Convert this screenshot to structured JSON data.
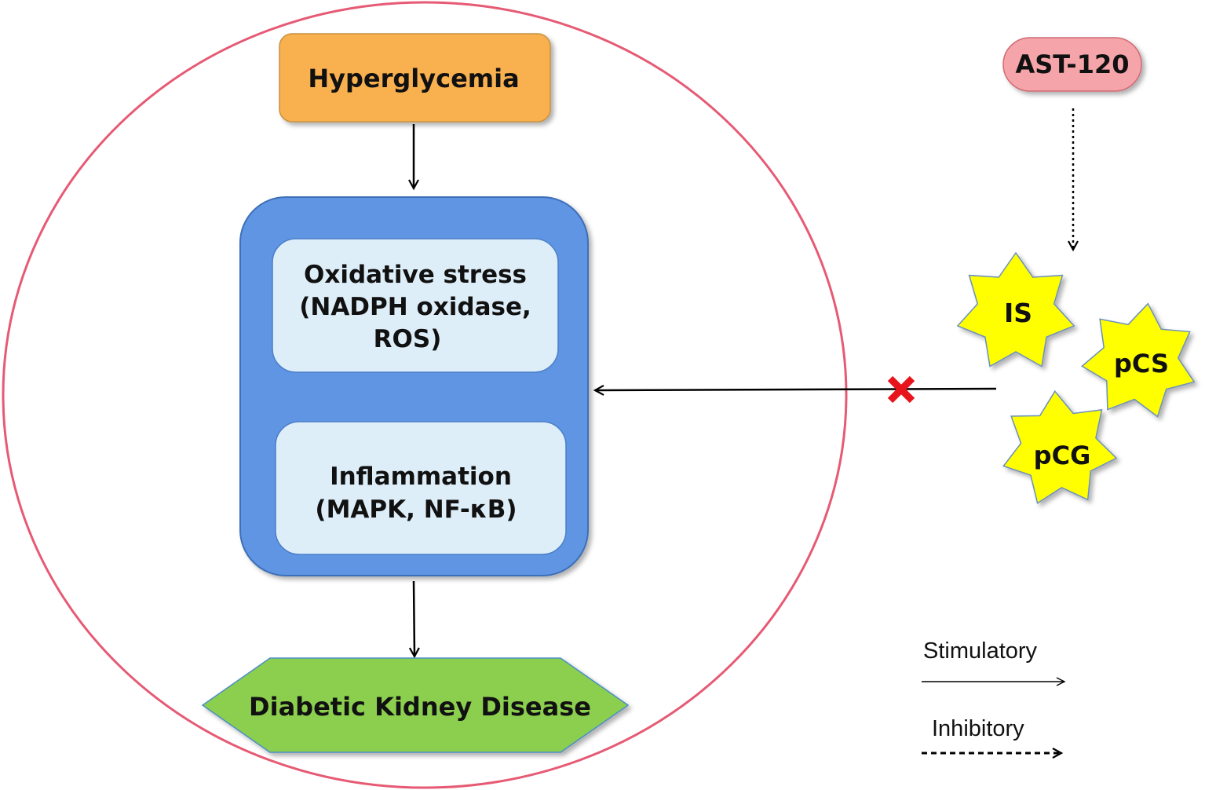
{
  "nodes": {
    "hyperglycemia": "Hyperglycemia",
    "oxidative_stress": [
      "Oxidative stress",
      "(NADPH oxidase,",
      "ROS)"
    ],
    "inflammation": [
      "Inflammation",
      "(MAPK, NF-κB)"
    ],
    "dkd": "Diabetic Kidney Disease",
    "ast120": "AST-120",
    "toxins": [
      "IS",
      "pCS",
      "pCG"
    ]
  },
  "legend": {
    "stimulatory": "Stimulatory",
    "inhibitory": "Inhibitory"
  },
  "colors": {
    "circle": "#e65a74",
    "hyperglycemia_fill": "#f9b050",
    "outer_box_fill": "#5f95e3",
    "inner_box_fill": "#deeef9",
    "dkd_fill": "#8ccf50",
    "ast_fill": "#f5a5aa",
    "star_fill": "#ffff00",
    "cross": "#e8141b"
  }
}
